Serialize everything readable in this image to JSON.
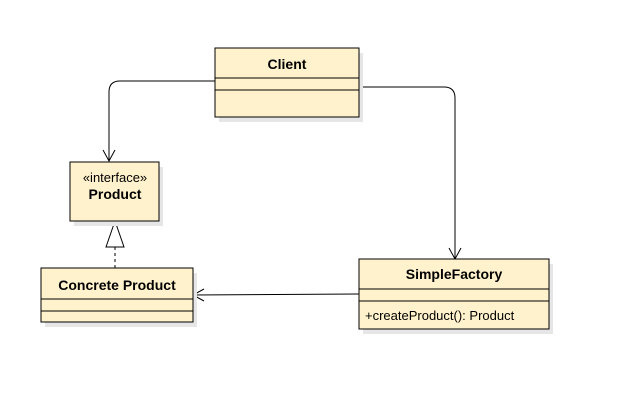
{
  "diagram": {
    "classes": {
      "client": {
        "name": "Client",
        "members": []
      },
      "product": {
        "stereotype": "«interface»",
        "name": "Product"
      },
      "concrete_product": {
        "name": "Concrete Product",
        "members": []
      },
      "simple_factory": {
        "name": "SimpleFactory",
        "members": [
          "+createProduct(): Product"
        ]
      }
    },
    "relations": [
      {
        "from": "Client",
        "to": "Product",
        "kind": "association"
      },
      {
        "from": "Client",
        "to": "SimpleFactory",
        "kind": "association"
      },
      {
        "from": "SimpleFactory",
        "to": "Concrete Product",
        "kind": "association"
      },
      {
        "from": "Concrete Product",
        "to": "Product",
        "kind": "realization"
      }
    ],
    "colors": {
      "class_fill": "#fff2cc",
      "stroke": "#000000",
      "shadow": "#e6e6e6"
    }
  }
}
